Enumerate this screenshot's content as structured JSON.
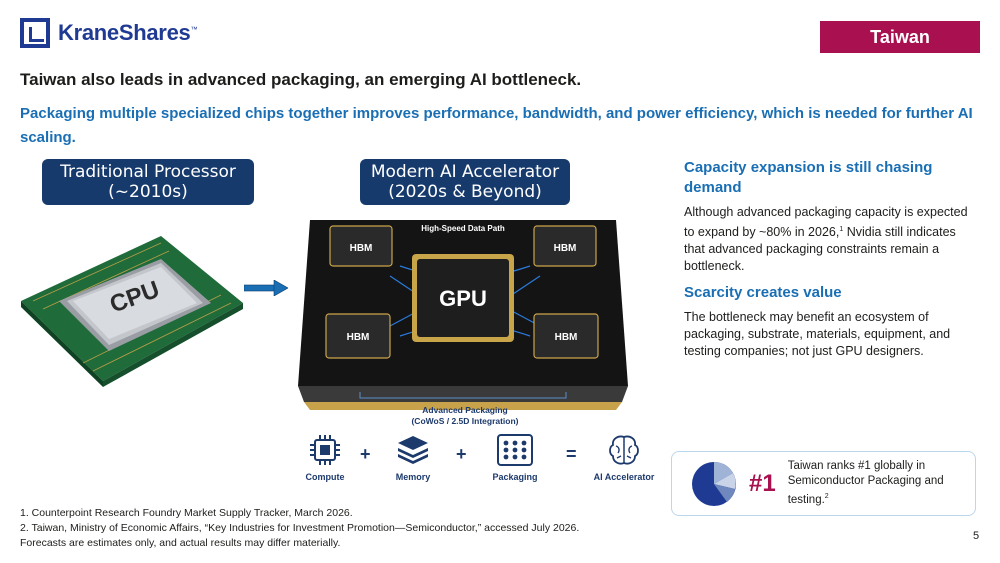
{
  "header": {
    "logo_text_a": "Krane",
    "logo_text_b": "Shares",
    "logo_tm": "™",
    "region": "Taiwan",
    "brand_color": "#1f3a93",
    "accent_color": "#a8104f"
  },
  "headline": "Taiwan also leads in advanced packaging, an emerging AI bottleneck.",
  "subhead": "Packaging multiple specialized chips together improves performance, bandwidth, and power efficiency, which is needed for further AI scaling.",
  "left_panel": {
    "title_line1": "Traditional Processor",
    "title_line2": "(~2010s)",
    "chip_label": "CPU"
  },
  "middle_panel": {
    "title_line1": "Modern AI Accelerator",
    "title_line2": "(2020s & Beyond)",
    "data_path_label": "High-Speed Data Path",
    "gpu_label": "GPU",
    "hbm_label": "HBM",
    "pkg_line1": "Advanced Packaging",
    "pkg_line2": "(CoWoS / 2.5D Integration)",
    "equation": [
      {
        "label": "Compute",
        "icon": "chip-icon"
      },
      {
        "label": "Memory",
        "icon": "memory-stack-icon"
      },
      {
        "label": "Packaging",
        "icon": "packaging-grid-icon"
      },
      {
        "label": "AI Accelerator",
        "icon": "brain-icon"
      }
    ],
    "op_plus": "+",
    "op_equals": "="
  },
  "right_column": {
    "heading1": "Capacity expansion is still chasing demand",
    "para1_a": "Although advanced packaging capacity is expected to expand by ~80% in 2026,",
    "para1_sup": "1",
    "para1_b": " Nvidia still indicates that advanced packaging constraints remain a bottleneck.",
    "heading2": "Scarcity creates value",
    "para2": "The bottleneck may benefit an ecosystem of packaging, substrate, materials, equipment, and testing companies; not just GPU designers."
  },
  "rank_card": {
    "rank": "#1",
    "text": "Taiwan ranks #1 globally in Semiconductor Packaging and testing.",
    "sup": "2"
  },
  "footnotes": [
    "1.  Counterpoint Research Foundry Market Supply Tracker, March 2026.",
    "2.  Taiwan, Ministry of Economic Affairs, “Key Industries for Investment Promotion—Semiconductor,” accessed July 2026.",
    "Forecasts are estimates only, and actual results may differ materially."
  ],
  "page_number": "5"
}
